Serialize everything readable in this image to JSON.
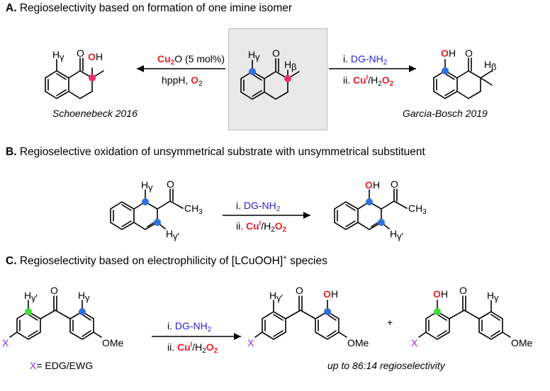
{
  "sections": {
    "A": {
      "letter": "A.",
      "title": "Regioselectivity based on formation of one imine isomer",
      "left_ref": "Schoenebeck 2016",
      "right_ref": "Garcia-Bosch 2019",
      "left_cond_1": "Cu",
      "left_cond_1_sub": "2",
      "left_cond_1_rest": "O (5 mol%)",
      "left_cond_2": "hppH, ",
      "left_cond_2_o": "O",
      "left_cond_2_sub": "2",
      "right_cond_1a": "i. ",
      "right_cond_1b": "DG-NH",
      "right_cond_1_sub": "2",
      "right_cond_2a": "ii. ",
      "right_cond_2b": "Cu",
      "right_cond_2_sup": "I",
      "right_cond_2c": "/H",
      "right_cond_2_sub": "2",
      "right_cond_2d": "O",
      "right_cond_2_sub2": "2"
    },
    "B": {
      "letter": "B.",
      "title": "Regioselective oxidation of unsymmetrical substrate with unsymmetrical substituent",
      "cond_1a": "i. ",
      "cond_1b": "DG-NH",
      "cond_1_sub": "2",
      "cond_2a": "ii. ",
      "cond_2b": "Cu",
      "cond_2_sup": "I",
      "cond_2c": "/H",
      "cond_2_sub": "2",
      "cond_2d": "O",
      "cond_2_sub2": "2"
    },
    "C": {
      "letter": "C.",
      "title_pre": "Regioselectivity based on electrophilicity of [LCuOOH]",
      "title_sup": "+",
      "title_post": " species",
      "cond_1a": "i. ",
      "cond_1b": "DG-NH",
      "cond_1_sub": "2",
      "cond_2a": "ii. ",
      "cond_2b": "Cu",
      "cond_2_sup": "I",
      "cond_2c": "/H",
      "cond_2_sub": "2",
      "cond_2d": "O",
      "cond_2_sub2": "2",
      "x_label_pre": "X",
      "x_label_post": "= EDG/EWG",
      "plus": "+",
      "selectivity": "up to 86:14 regioselectivity"
    }
  },
  "atoms": {
    "O": "O",
    "OH_O": "O",
    "OH_H": "H",
    "H": "H",
    "gamma": "γ",
    "beta": "β",
    "gamma_prime": "γ'",
    "CH": "CH",
    "CH_sub": "3",
    "X": "X",
    "OMe": "OMe"
  },
  "colors": {
    "red": "#e8202a",
    "blue": "#2a22d6",
    "dot_blue": "#2f6fe0",
    "dot_red": "#e8316a",
    "dot_green": "#3ddc3d",
    "purple": "#8a2be2",
    "box_bg": "#e9e9e9"
  }
}
